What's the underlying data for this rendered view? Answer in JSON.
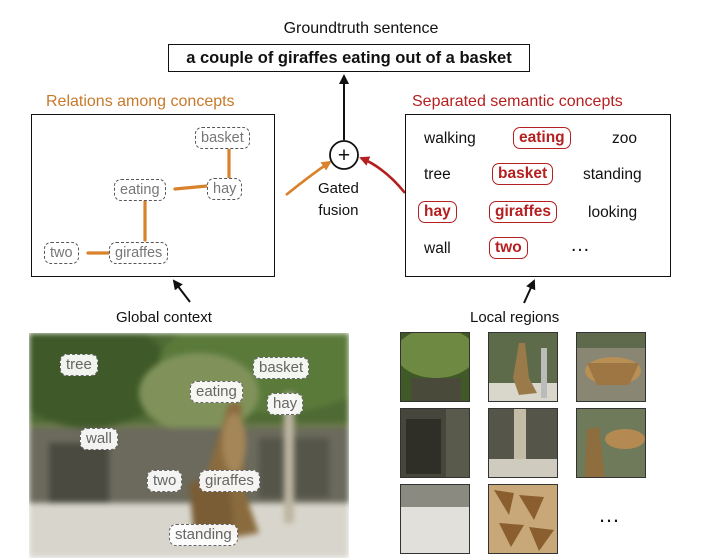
{
  "header": {
    "title": "Groundtruth sentence",
    "sentence": "a couple of giraffes eating out of a basket"
  },
  "relations": {
    "title": "Relations among concepts",
    "nodes": {
      "basket": "basket",
      "eating": "eating",
      "hay": "hay",
      "two": "two",
      "giraffes": "giraffes"
    },
    "edge_color": "#d9822b"
  },
  "semantic": {
    "title": "Separated semantic concepts",
    "words": [
      {
        "text": "walking",
        "highlight": false
      },
      {
        "text": "eating",
        "highlight": true
      },
      {
        "text": "zoo",
        "highlight": false
      },
      {
        "text": "tree",
        "highlight": false
      },
      {
        "text": "basket",
        "highlight": true
      },
      {
        "text": "standing",
        "highlight": false
      },
      {
        "text": "hay",
        "highlight": true
      },
      {
        "text": "giraffes",
        "highlight": true
      },
      {
        "text": "looking",
        "highlight": false
      },
      {
        "text": "wall",
        "highlight": false
      },
      {
        "text": "two",
        "highlight": true
      },
      {
        "text": "…",
        "highlight": false
      }
    ],
    "highlight_color": "#b51f1f"
  },
  "fusion": {
    "symbol": "+",
    "label_line1": "Gated",
    "label_line2": "fusion"
  },
  "global": {
    "caption": "Global context",
    "tags": {
      "tree": "tree",
      "basket": "basket",
      "eating": "eating",
      "hay": "hay",
      "wall": "wall",
      "two": "two",
      "giraffes": "giraffes",
      "standing": "standing"
    }
  },
  "local": {
    "caption": "Local regions",
    "more": "…"
  }
}
